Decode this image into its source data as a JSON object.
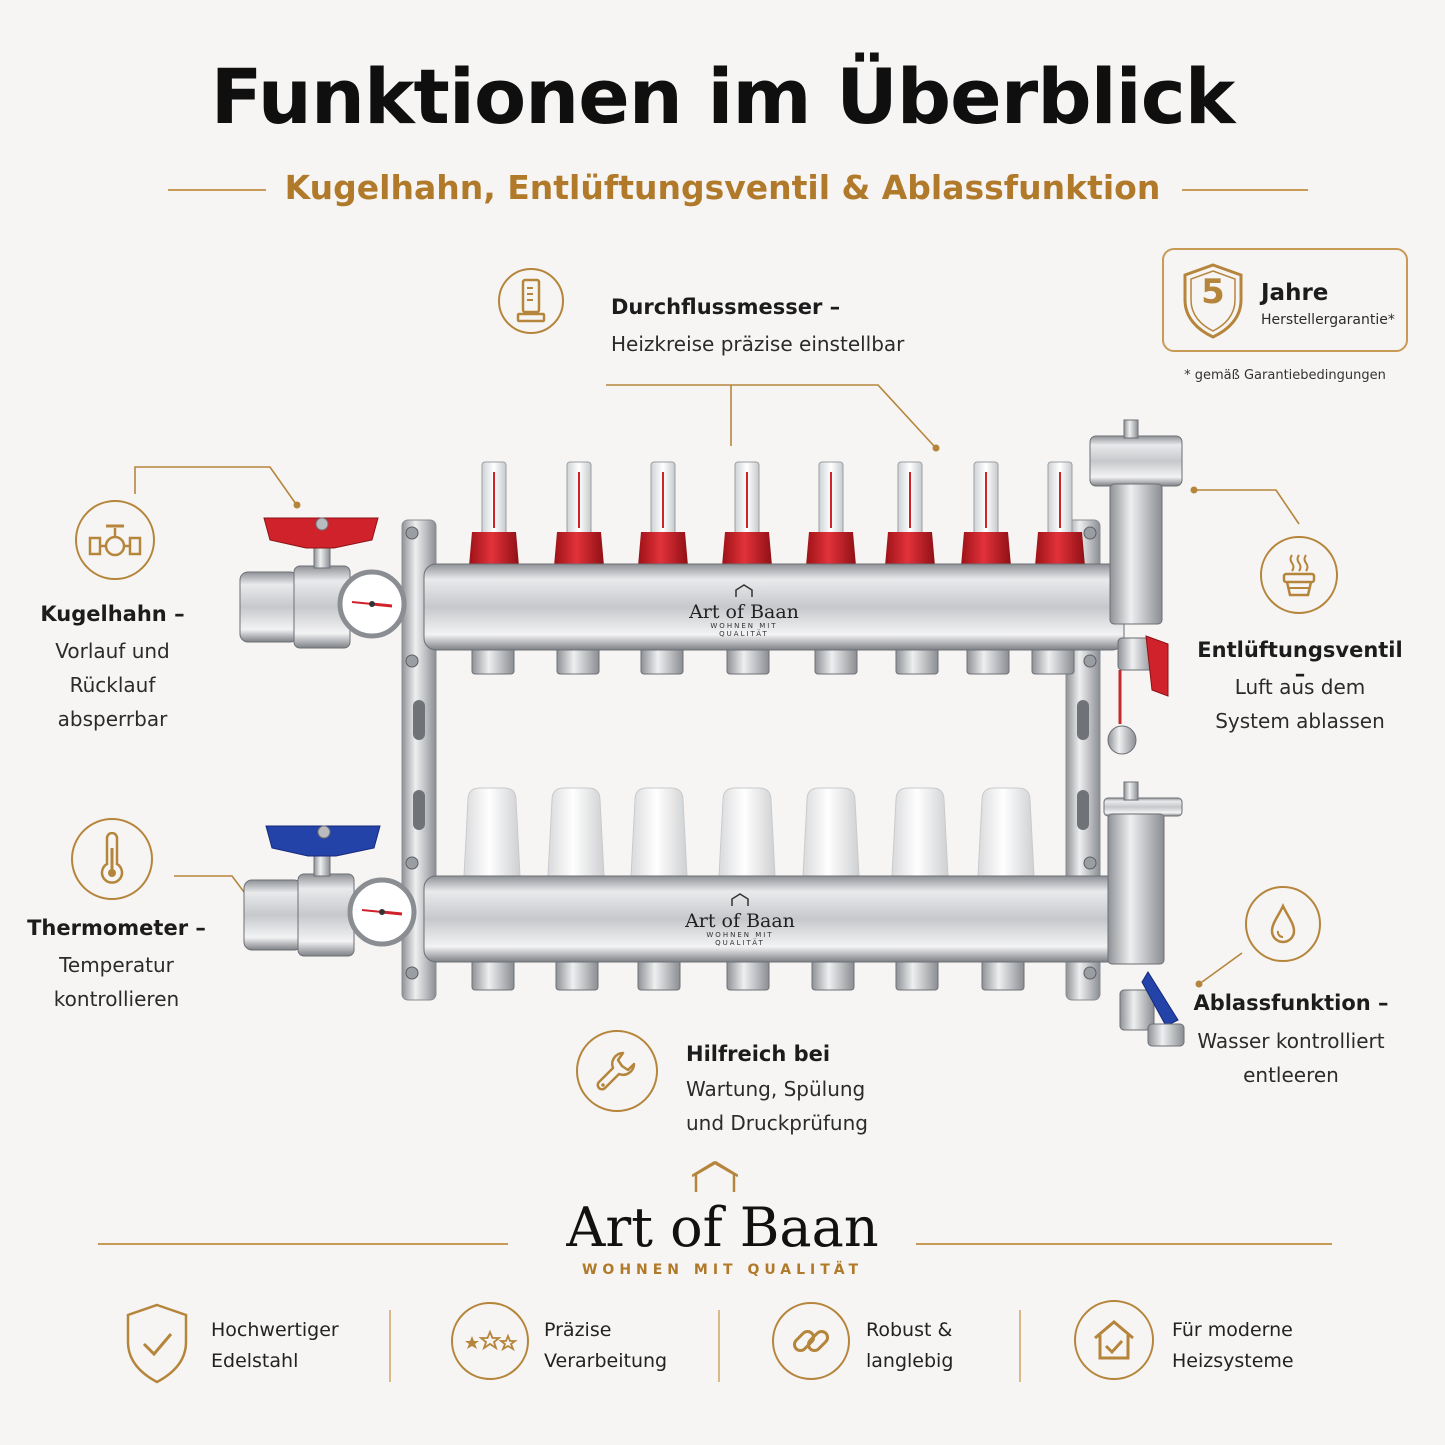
{
  "header": {
    "title": "Funktionen im Überblick",
    "subtitle": "Kugelhahn, Entlüftungsventil & Ablassfunktion"
  },
  "warranty": {
    "number": "5",
    "title": "Jahre",
    "subtitle": "Herstellergarantie*",
    "footnote": "* gemäß Garantiebedingungen"
  },
  "callouts": {
    "durchfluss": {
      "title": "Durchflussmesser –",
      "text": "Heizkreise präzise einstellbar",
      "icon": "flowmeter-icon"
    },
    "kugelhahn": {
      "title": "Kugelhahn –",
      "lines": [
        "Vorlauf und",
        "Rücklauf",
        "absperrbar"
      ],
      "icon": "valve-icon"
    },
    "thermometer": {
      "title": "Thermometer –",
      "lines": [
        "Temperatur",
        "kontrollieren"
      ],
      "icon": "thermometer-icon"
    },
    "entlueftung": {
      "title": "Entlüftungsventil –",
      "lines": [
        "Luft aus dem",
        "System ablassen"
      ],
      "icon": "vent-icon"
    },
    "ablass": {
      "title": "Ablassfunktion –",
      "lines": [
        "Wasser kontrolliert",
        "entleeren"
      ],
      "icon": "drop-icon"
    },
    "hilfreich": {
      "title": "Hilfreich bei",
      "lines": [
        "Wartung, Spülung",
        "und Druckprüfung"
      ],
      "icon": "wrench-icon"
    }
  },
  "product": {
    "brand": "Art of Baan",
    "brand_tag": "WOHNEN MIT QUALITÄT"
  },
  "brand": {
    "name": "Art of Baan",
    "tagline": "WOHNEN MIT QUALITÄT"
  },
  "features": [
    {
      "icon": "shield-check-icon",
      "line1": "Hochwertiger",
      "line2": "Edelstahl"
    },
    {
      "icon": "stars-icon",
      "line1": "Präzise",
      "line2": "Verarbeitung"
    },
    {
      "icon": "chain-link-icon",
      "line1": "Robust &",
      "line2": "langlebig"
    },
    {
      "icon": "house-check-icon",
      "line1": "Für moderne",
      "line2": "Heizsysteme"
    }
  ],
  "colors": {
    "accent": "#b5853c",
    "text": "#1c1c1c",
    "background": "#f6f5f3",
    "valve_red": "#d0222a",
    "valve_blue": "#2443a8"
  }
}
